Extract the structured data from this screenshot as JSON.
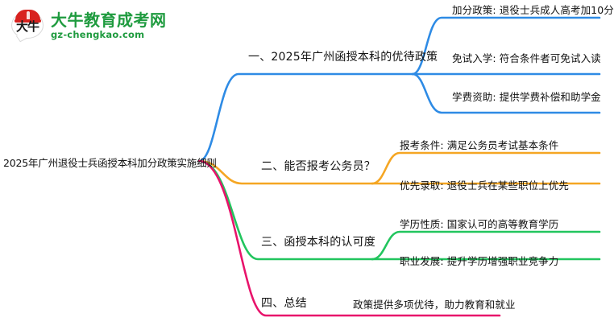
{
  "logo": {
    "mark_text": "大牛",
    "title": "大牛教育成考网",
    "subtitle": "gz-chengkao.com",
    "brand_color": "#1f9b3f",
    "cap_color": "#d8221f"
  },
  "mindmap": {
    "root": {
      "label": "2025年广州退役士兵函授本科加分政策实施细则"
    },
    "branches": [
      {
        "label": "一、2025年广州函授本科的优待政策",
        "color": "#2E8BE5",
        "children": [
          {
            "label": "加分政策: 退役士兵成人高考加10分"
          },
          {
            "label": "免试入学: 符合条件者可免试入读"
          },
          {
            "label": "学费资助: 提供学费补偿和助学金"
          }
        ]
      },
      {
        "label": "二、能否报考公务员？",
        "color": "#F5A623",
        "children": [
          {
            "label": "报考条件: 满足公务员考试基本条件"
          },
          {
            "label": "优先录取: 退役士兵在某些职位上优先"
          }
        ]
      },
      {
        "label": "三、函授本科的认可度",
        "color": "#22C55E",
        "children": [
          {
            "label": "学历性质: 国家认可的高等教育学历"
          },
          {
            "label": "职业发展: 提升学历增强职业竞争力"
          }
        ]
      },
      {
        "label": "四、总结",
        "color": "#E8136B",
        "children": [
          {
            "label": "政策提供多项优待，助力教育和就业"
          }
        ]
      }
    ]
  }
}
